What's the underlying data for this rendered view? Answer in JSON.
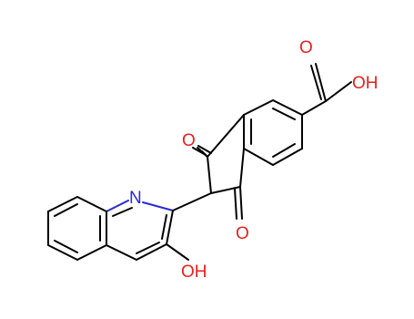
{
  "molecule": {
    "atoms": {
      "carboxyl_o": "O",
      "carboxyl_oh": "OH",
      "ketone_top_o": "O",
      "ketone_bottom_o": "O",
      "quinoline_n": "N",
      "hydroxyl_oh": "OH"
    },
    "colors": {
      "bond": "#000000",
      "oxygen": "#e8201e",
      "nitrogen": "#2a2ad6",
      "background": "#ffffff"
    }
  }
}
